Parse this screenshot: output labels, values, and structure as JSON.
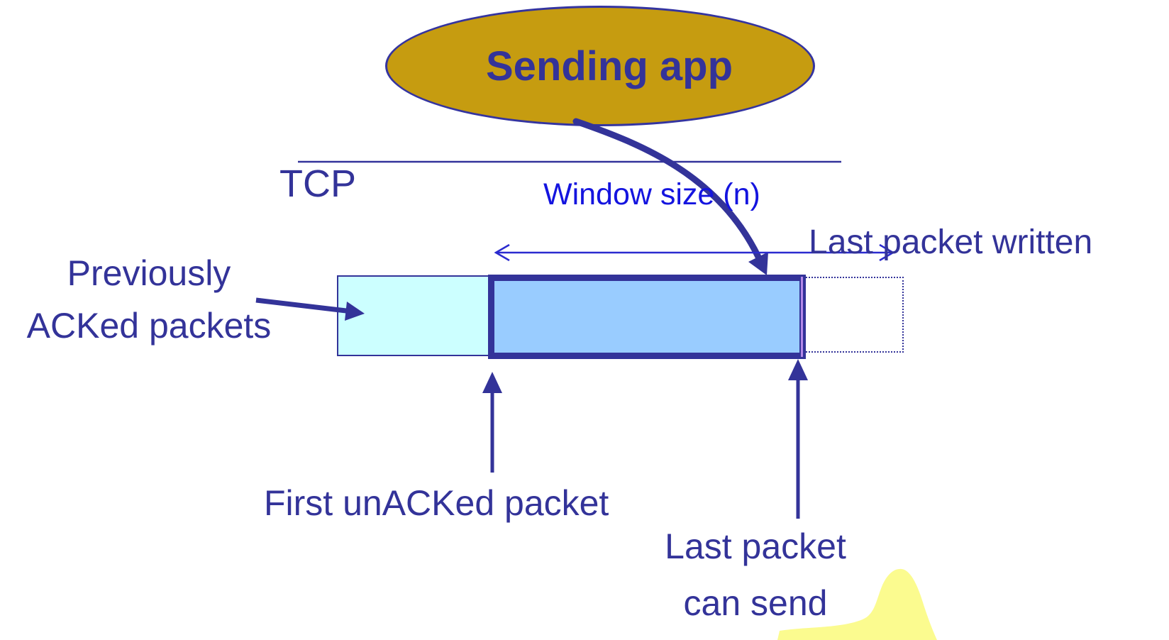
{
  "diagram": {
    "app": {
      "label": "Sending app"
    },
    "tcp": {
      "label": "TCP"
    },
    "window": {
      "size_label": "Window size (n)"
    },
    "labels": {
      "previously_acked": {
        "line1": "Previously",
        "line2": "ACKed packets"
      },
      "first_unacked": "First unACKed packet",
      "last_written": "Last packet written",
      "can_send": {
        "line1": "Last packet",
        "line2": "can send"
      }
    },
    "colors": {
      "indigo_text_and_borders": "#333399",
      "window_size_text_blue": "#1414DF",
      "double_arrow_blue": "#2B2BCF",
      "send_window_fill": "#99CCFF",
      "acked_fill": "#CCFFFF",
      "sending_app_fill": "#C69C10",
      "highlight_yellow": "#FBFB8F",
      "violet_stripe": "#B488E8"
    }
  }
}
